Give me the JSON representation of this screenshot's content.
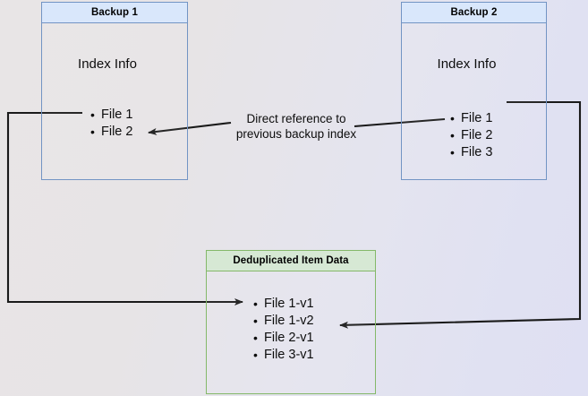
{
  "diagram": {
    "title": "Backup deduplication index reference diagram",
    "background": {
      "gradient_from": "#e8e5e6",
      "gradient_to": "#dfe0f3"
    },
    "colors": {
      "blue_border": "#7294c4",
      "blue_header_fill": "#d9e7fb",
      "green_border": "#84b869",
      "green_header_fill": "#d6e8d4",
      "connector": "#1a1a1a",
      "text": "#0d0d0d"
    },
    "nodes": {
      "backup1": {
        "header": "Backup 1",
        "section_label": "Index Info",
        "files": [
          "File 1",
          "File 2"
        ]
      },
      "backup2": {
        "header": "Backup 2",
        "section_label": "Index Info",
        "files": [
          "File 1",
          "File 2",
          "File 3"
        ]
      },
      "dedup": {
        "header": "Deduplicated Item Data",
        "files": [
          "File 1-v1",
          "File 1-v2",
          "File 2-v1",
          "File 3-v1"
        ]
      }
    },
    "annotations": {
      "direct_reference": "Direct reference to\nprevious backup index"
    },
    "connectors": [
      {
        "name": "backup2-index-to-backup1-index",
        "from": "Backup 2 / File 2",
        "to": "Backup 1 / File 2",
        "arrowhead": "end"
      },
      {
        "name": "backup1-file1-to-dedup-file1v1",
        "from": "Backup 1 / File 1",
        "to": "Deduplicated Item Data / File 1-v1",
        "arrowhead": "end"
      },
      {
        "name": "backup2-file1-to-dedup-file1v2",
        "from": "Backup 2 / File 1",
        "to": "Deduplicated Item Data / File 1-v2",
        "arrowhead": "end"
      }
    ]
  }
}
